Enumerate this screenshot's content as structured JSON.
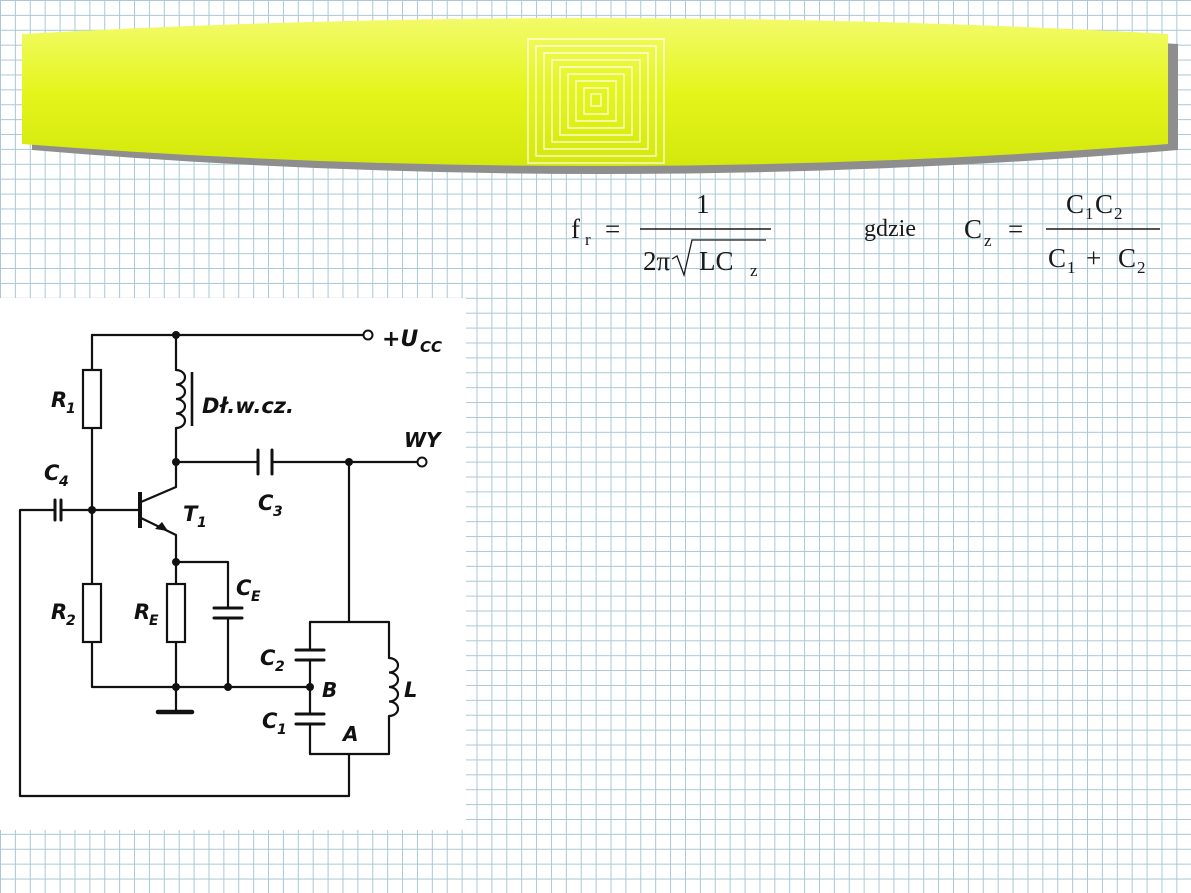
{
  "formula": {
    "fr_lhs_main": "f",
    "fr_lhs_sub": "r",
    "equals": "=",
    "fr_numerator": "1",
    "fr_denominator_prefix": "2π",
    "fr_denominator_radicand": "LC",
    "fr_denominator_sub": "z",
    "where_word": "gdzie",
    "cz_lhs_main": "C",
    "cz_lhs_sub": "z",
    "cz_num_c1": "C",
    "cz_num_c1_sub": "1",
    "cz_num_c2": "C",
    "cz_num_c2_sub": "2",
    "cz_den_c1": "C",
    "cz_den_c1_sub": "1",
    "cz_den_plus": "+",
    "cz_den_c2": "C",
    "cz_den_c2_sub": "2"
  },
  "circuit": {
    "ucc_main": "+U",
    "ucc_sub": "CC",
    "choke_label": "Dł.w.cz.",
    "output_label": "WY",
    "r1_main": "R",
    "r1_sub": "1",
    "r2_main": "R",
    "r2_sub": "2",
    "re_main": "R",
    "re_sub": "E",
    "c1_main": "C",
    "c1_sub": "1",
    "c2_main": "C",
    "c2_sub": "2",
    "c3_main": "C",
    "c3_sub": "3",
    "c4_main": "C",
    "c4_sub": "4",
    "ce_main": "C",
    "ce_sub": "E",
    "t1_main": "T",
    "t1_sub": "1",
    "l_label": "L",
    "node_a": "A",
    "node_b": "B"
  },
  "colors": {
    "banner_yellow": "#e4f51c",
    "banner_shadow": "#8a8a8a",
    "grid_line": "#a9c8d6",
    "wire": "#111111"
  }
}
